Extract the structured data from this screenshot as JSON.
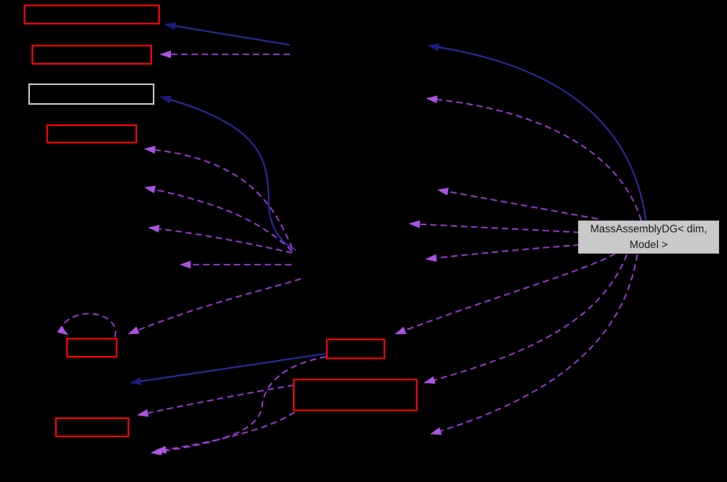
{
  "diagram": {
    "type": "doxygen-collaboration-graph",
    "background": "#000000",
    "colors": {
      "inheritance_edge": "#2a2a99",
      "inheritance_arrowhead": "#1d1d85",
      "usage_edge": "#9c3ad4",
      "usage_arrowhead": "#aa55e0",
      "node_border_red": "#ff0000",
      "node_border_gray": "#c2c2c2",
      "main_node_fill": "#c9c9c9",
      "main_node_text": "#1a1a1a"
    },
    "main_node": {
      "label_line1": "MassAssemblyDG< dim,",
      "label_line2": "Model >"
    },
    "nodes": [
      {
        "id": "node-1",
        "border": "red",
        "label": ""
      },
      {
        "id": "node-2",
        "border": "red",
        "label": ""
      },
      {
        "id": "node-3",
        "border": "gray",
        "label": ""
      },
      {
        "id": "node-4",
        "border": "red",
        "label": ""
      },
      {
        "id": "node-5",
        "border": "red",
        "label": ""
      },
      {
        "id": "node-6",
        "border": "red",
        "label": ""
      },
      {
        "id": "node-7",
        "border": "red",
        "label": ""
      },
      {
        "id": "node-8",
        "border": "red",
        "label": ""
      }
    ],
    "edges": [
      {
        "id": "edge-inherit-1",
        "style": "solid"
      },
      {
        "id": "edge-inherit-2",
        "style": "solid"
      },
      {
        "id": "edge-inherit-3",
        "style": "solid"
      },
      {
        "id": "edge-inherit-4",
        "style": "solid"
      },
      {
        "id": "edge-usage-1",
        "style": "dashed"
      },
      {
        "id": "edge-usage-2",
        "style": "dashed"
      },
      {
        "id": "edge-usage-3",
        "style": "dashed"
      },
      {
        "id": "edge-usage-4",
        "style": "dashed"
      },
      {
        "id": "edge-usage-5",
        "style": "dashed"
      },
      {
        "id": "edge-usage-6",
        "style": "dashed"
      },
      {
        "id": "edge-usage-7",
        "style": "dashed"
      },
      {
        "id": "edge-usage-8",
        "style": "dashed"
      },
      {
        "id": "edge-usage-9",
        "style": "dashed"
      },
      {
        "id": "edge-usage-10",
        "style": "dashed"
      },
      {
        "id": "edge-usage-11",
        "style": "dashed"
      },
      {
        "id": "edge-usage-12",
        "style": "dashed"
      },
      {
        "id": "edge-usage-13",
        "style": "dashed"
      },
      {
        "id": "edge-usage-self-loop",
        "style": "dashed"
      },
      {
        "id": "edge-usage-14",
        "style": "dashed"
      },
      {
        "id": "edge-usage-15",
        "style": "dashed"
      },
      {
        "id": "edge-usage-16",
        "style": "dashed"
      }
    ]
  }
}
